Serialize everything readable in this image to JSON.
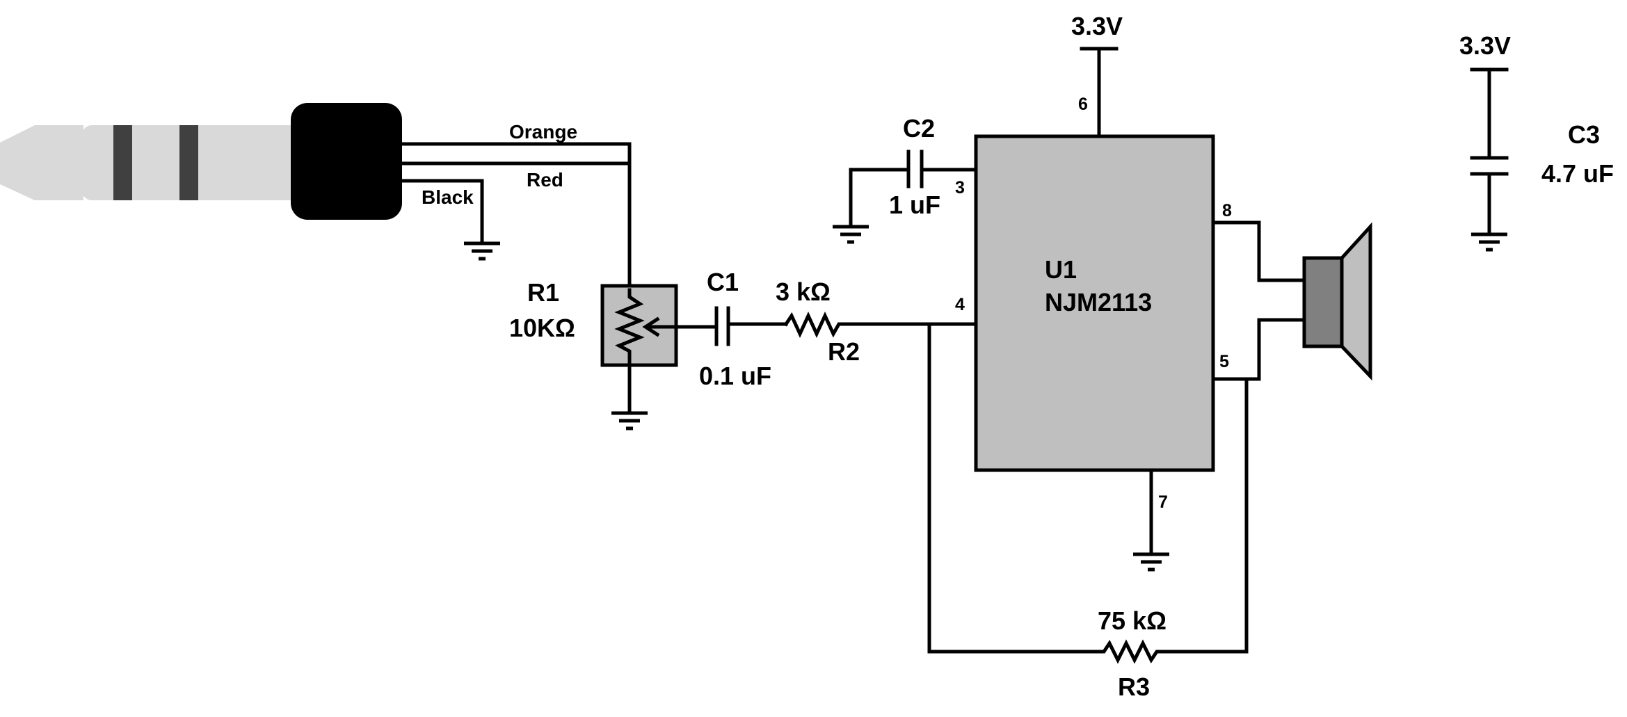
{
  "jack": {
    "wires": [
      {
        "label": "Orange",
        "color": "#000000"
      },
      {
        "label": "Red",
        "color": "#000000"
      },
      {
        "label": "Black",
        "color": "#000000"
      }
    ]
  },
  "components": {
    "R1": {
      "ref": "R1",
      "value": "10KΩ"
    },
    "C1": {
      "ref": "C1",
      "value": "0.1 uF"
    },
    "R2": {
      "ref": "R2",
      "value": "3 kΩ"
    },
    "C2": {
      "ref": "C2",
      "value": "1 uF"
    },
    "U1": {
      "ref": "U1",
      "part": "NJM2113"
    },
    "C3": {
      "ref": "C3",
      "value": "4.7 uF"
    },
    "R3": {
      "ref": "R3",
      "value": "75 kΩ"
    }
  },
  "power": {
    "u1_supply": "3.3V",
    "c3_supply": "3.3V"
  },
  "pins": {
    "p3": "3",
    "p4": "4",
    "p5": "5",
    "p6": "6",
    "p7": "7",
    "p8": "8"
  },
  "colors": {
    "wire": "#000000",
    "chip_fill": "#bfbfbf",
    "pot_fill": "#bfbfbf",
    "jack_plug": "#d9d9d9",
    "jack_ring": "#404040",
    "jack_body": "#000000",
    "speaker_magnet": "#808080",
    "speaker_cone": "#bfbfbf"
  }
}
